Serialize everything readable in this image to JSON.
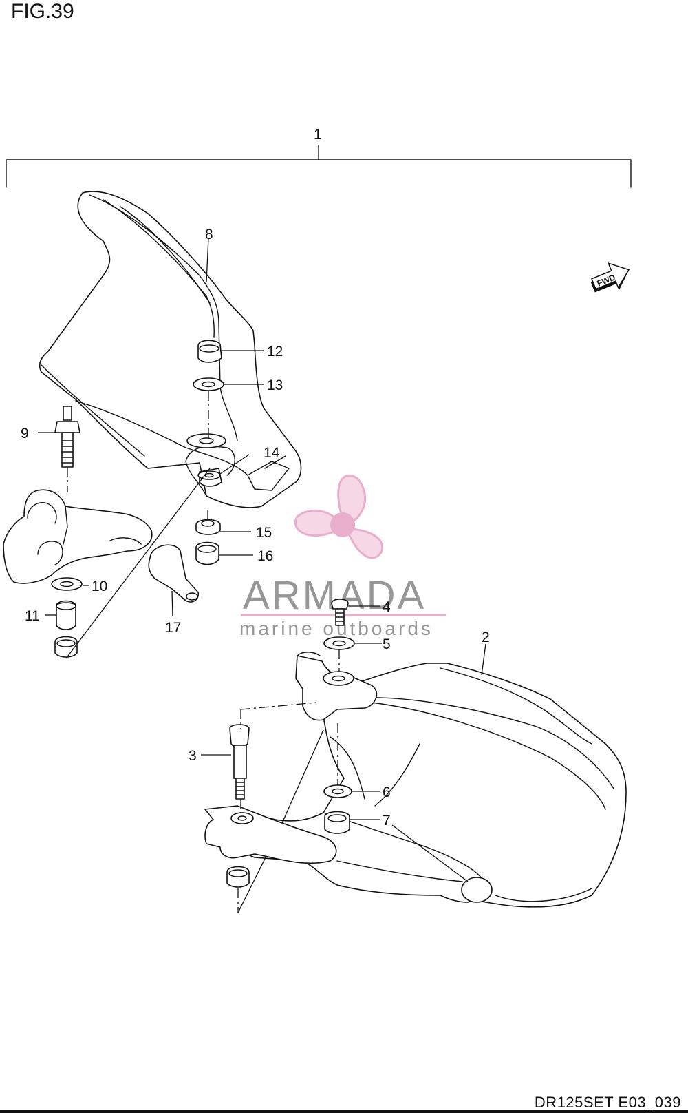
{
  "figure": {
    "title": "FIG.39",
    "code": "DR125SET E03_039"
  },
  "fwd_label": "FWD",
  "watermark": {
    "name": "ARMADA",
    "tagline": "marine outboards",
    "color": "#e8a6c8",
    "text_color": "#8c8c8c"
  },
  "callouts": {
    "c1": "1",
    "c2": "2",
    "c3": "3",
    "c4": "4",
    "c5": "5",
    "c6": "6",
    "c7": "7",
    "c8": "8",
    "c9": "9",
    "c10": "10",
    "c11": "11",
    "c12": "12",
    "c13": "13",
    "c14": "14",
    "c15": "15",
    "c16": "16",
    "c17": "17"
  }
}
